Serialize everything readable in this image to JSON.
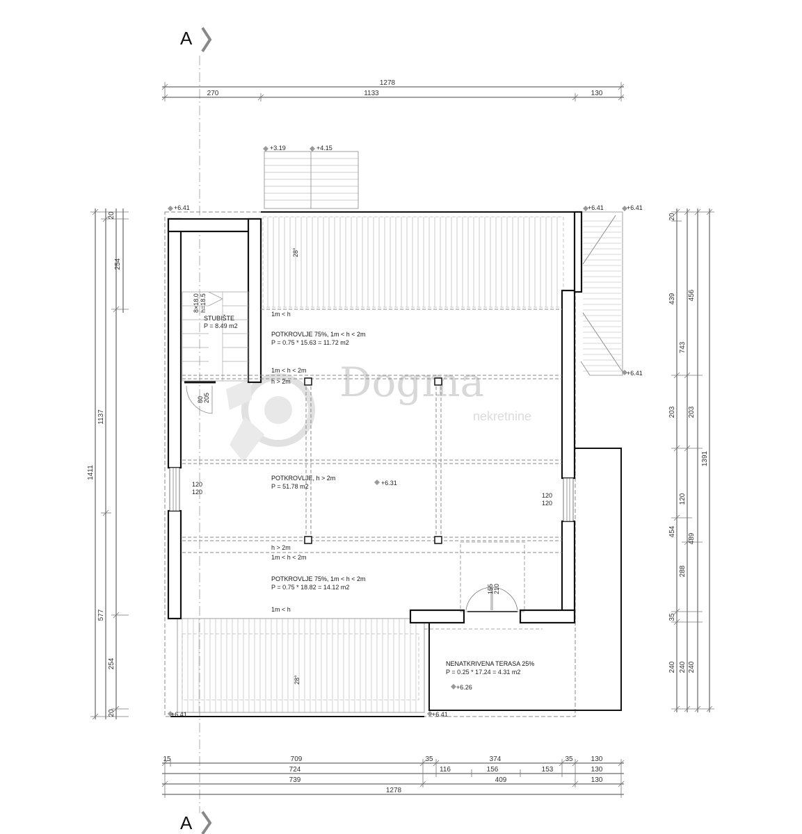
{
  "section_marker": {
    "label": "A"
  },
  "dims_top": {
    "total": "1278",
    "seg1": "270",
    "seg2": "1133",
    "seg3": "130"
  },
  "dims_bottom": {
    "row1": [
      "15",
      "709",
      "35",
      "374",
      "35",
      "130"
    ],
    "row2": [
      "724",
      "116",
      "156",
      "153",
      "130"
    ],
    "row3": [
      "739",
      "409",
      "130"
    ],
    "row4": "1278"
  },
  "dims_left": {
    "total": "1411",
    "a": "1137",
    "b": "577",
    "c": "254",
    "d": "254",
    "e": "20",
    "f": "20"
  },
  "dims_right": {
    "a": "20",
    "b": "439",
    "c": "456",
    "d": "743",
    "e": "203",
    "f": "203",
    "g": "1391",
    "h": "120",
    "i": "454",
    "j": "489",
    "k": "288",
    "l": "35",
    "m": "240",
    "n": "240",
    "o": "240"
  },
  "levels": {
    "l1": "+3.19",
    "l2": "+4.15",
    "l3": "+6.41",
    "l4": "+6.41",
    "l5": "+6.41",
    "l6": "+6.41",
    "l7": "+6.41",
    "l8": "+6.41",
    "l9": "+6.31",
    "l10": "+6.26"
  },
  "rooms": {
    "stair_name": "STUBIŠTE",
    "stair_area": "P = 8.49 m2",
    "stair_steps1": "8×18.0",
    "stair_steps2": "h=18.5",
    "attic_top_name": "POTKROVLJE 75%, 1m < h < 2m",
    "attic_top_area": "P = 0.75 * 15.63 = 11.72 m2",
    "attic_mid_name": "POTKROVLJE, h > 2m",
    "attic_mid_area": "P = 51.78 m2",
    "attic_bot_name": "POTKROVLJE 75%, 1m < h < 2m",
    "attic_bot_area": "P = 0.75 * 18.82 = 14.12 m2",
    "terrace_name": "NENATKRIVENA TERASA 25%",
    "terrace_area": "P = 0.25 * 17.24 = 4.31 m2"
  },
  "annotations": {
    "h1": "1m < h",
    "h2": "1m < h < 2m",
    "h3": "h > 2m",
    "h4": "h > 2m",
    "h5": "1m < h < 2m",
    "h6": "1m < h",
    "slope1": "28°",
    "slope2": "28°",
    "win_l1": "120",
    "win_l2": "120",
    "win_r1": "120",
    "win_r2": "120",
    "door_s1": "80",
    "door_s2": "205",
    "door_t1": "155",
    "door_t2": "210"
  },
  "watermark": {
    "brand": "Dogma",
    "sub": "nekretnine"
  }
}
